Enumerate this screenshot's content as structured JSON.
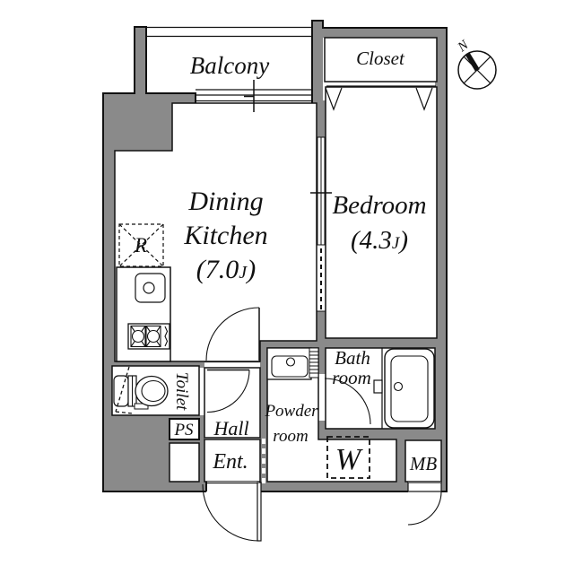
{
  "colors": {
    "wall": "#8a8a8a",
    "outline": "#111111",
    "background": "#ffffff"
  },
  "compass": {
    "north_label": "N"
  },
  "rooms": {
    "balcony": {
      "label": "Balcony"
    },
    "closet": {
      "label": "Closet"
    },
    "dining_kitchen": {
      "name_line1": "Dining",
      "name_line2": "Kitchen",
      "size_prefix": "(7.0",
      "size_unit": "J",
      "size_suffix": ")"
    },
    "bedroom": {
      "label": "Bedroom",
      "size_prefix": "(4.3",
      "size_unit": "J",
      "size_suffix": ")"
    },
    "toilet": {
      "label": "Toilet"
    },
    "hall": {
      "label": "Hall"
    },
    "entrance": {
      "label": "Ent."
    },
    "powder_room": {
      "label_line1": "Powder",
      "label_line2": "room"
    },
    "bath_room": {
      "label_line1": "Bath",
      "label_line2": "room"
    }
  },
  "fixtures": {
    "refrigerator_space": {
      "label": "R"
    },
    "washer_space": {
      "label": "W"
    },
    "pipe_space": {
      "label": "PS"
    },
    "meter_box": {
      "label": "MB"
    }
  }
}
